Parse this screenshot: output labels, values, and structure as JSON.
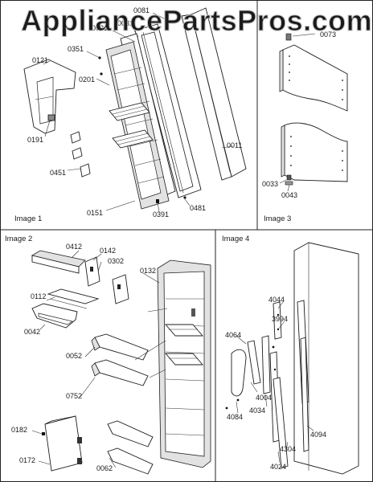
{
  "watermark": "AppliancePartsPros.com",
  "panels": [
    {
      "id": "image1",
      "title": "Image 1"
    },
    {
      "id": "image3",
      "title": "Image 3"
    },
    {
      "id": "image2",
      "title": "Image 2"
    },
    {
      "id": "image4",
      "title": "Image 4"
    }
  ],
  "parts": {
    "image1": [
      "0081",
      "0021",
      "0031",
      "0351",
      "0121",
      "0201",
      "0191",
      "0451",
      "0011",
      "0151",
      "0391",
      "0481"
    ],
    "image3": [
      "0073",
      "0033",
      "0043"
    ],
    "image2": [
      "0412",
      "0142",
      "0302",
      "0132",
      "0112",
      "0042",
      "0052",
      "0752",
      "0182",
      "0172",
      "0062"
    ],
    "image4": [
      "4044",
      "3994",
      "4064",
      "4004",
      "4034",
      "4084",
      "4094",
      "4304",
      "4024"
    ]
  }
}
